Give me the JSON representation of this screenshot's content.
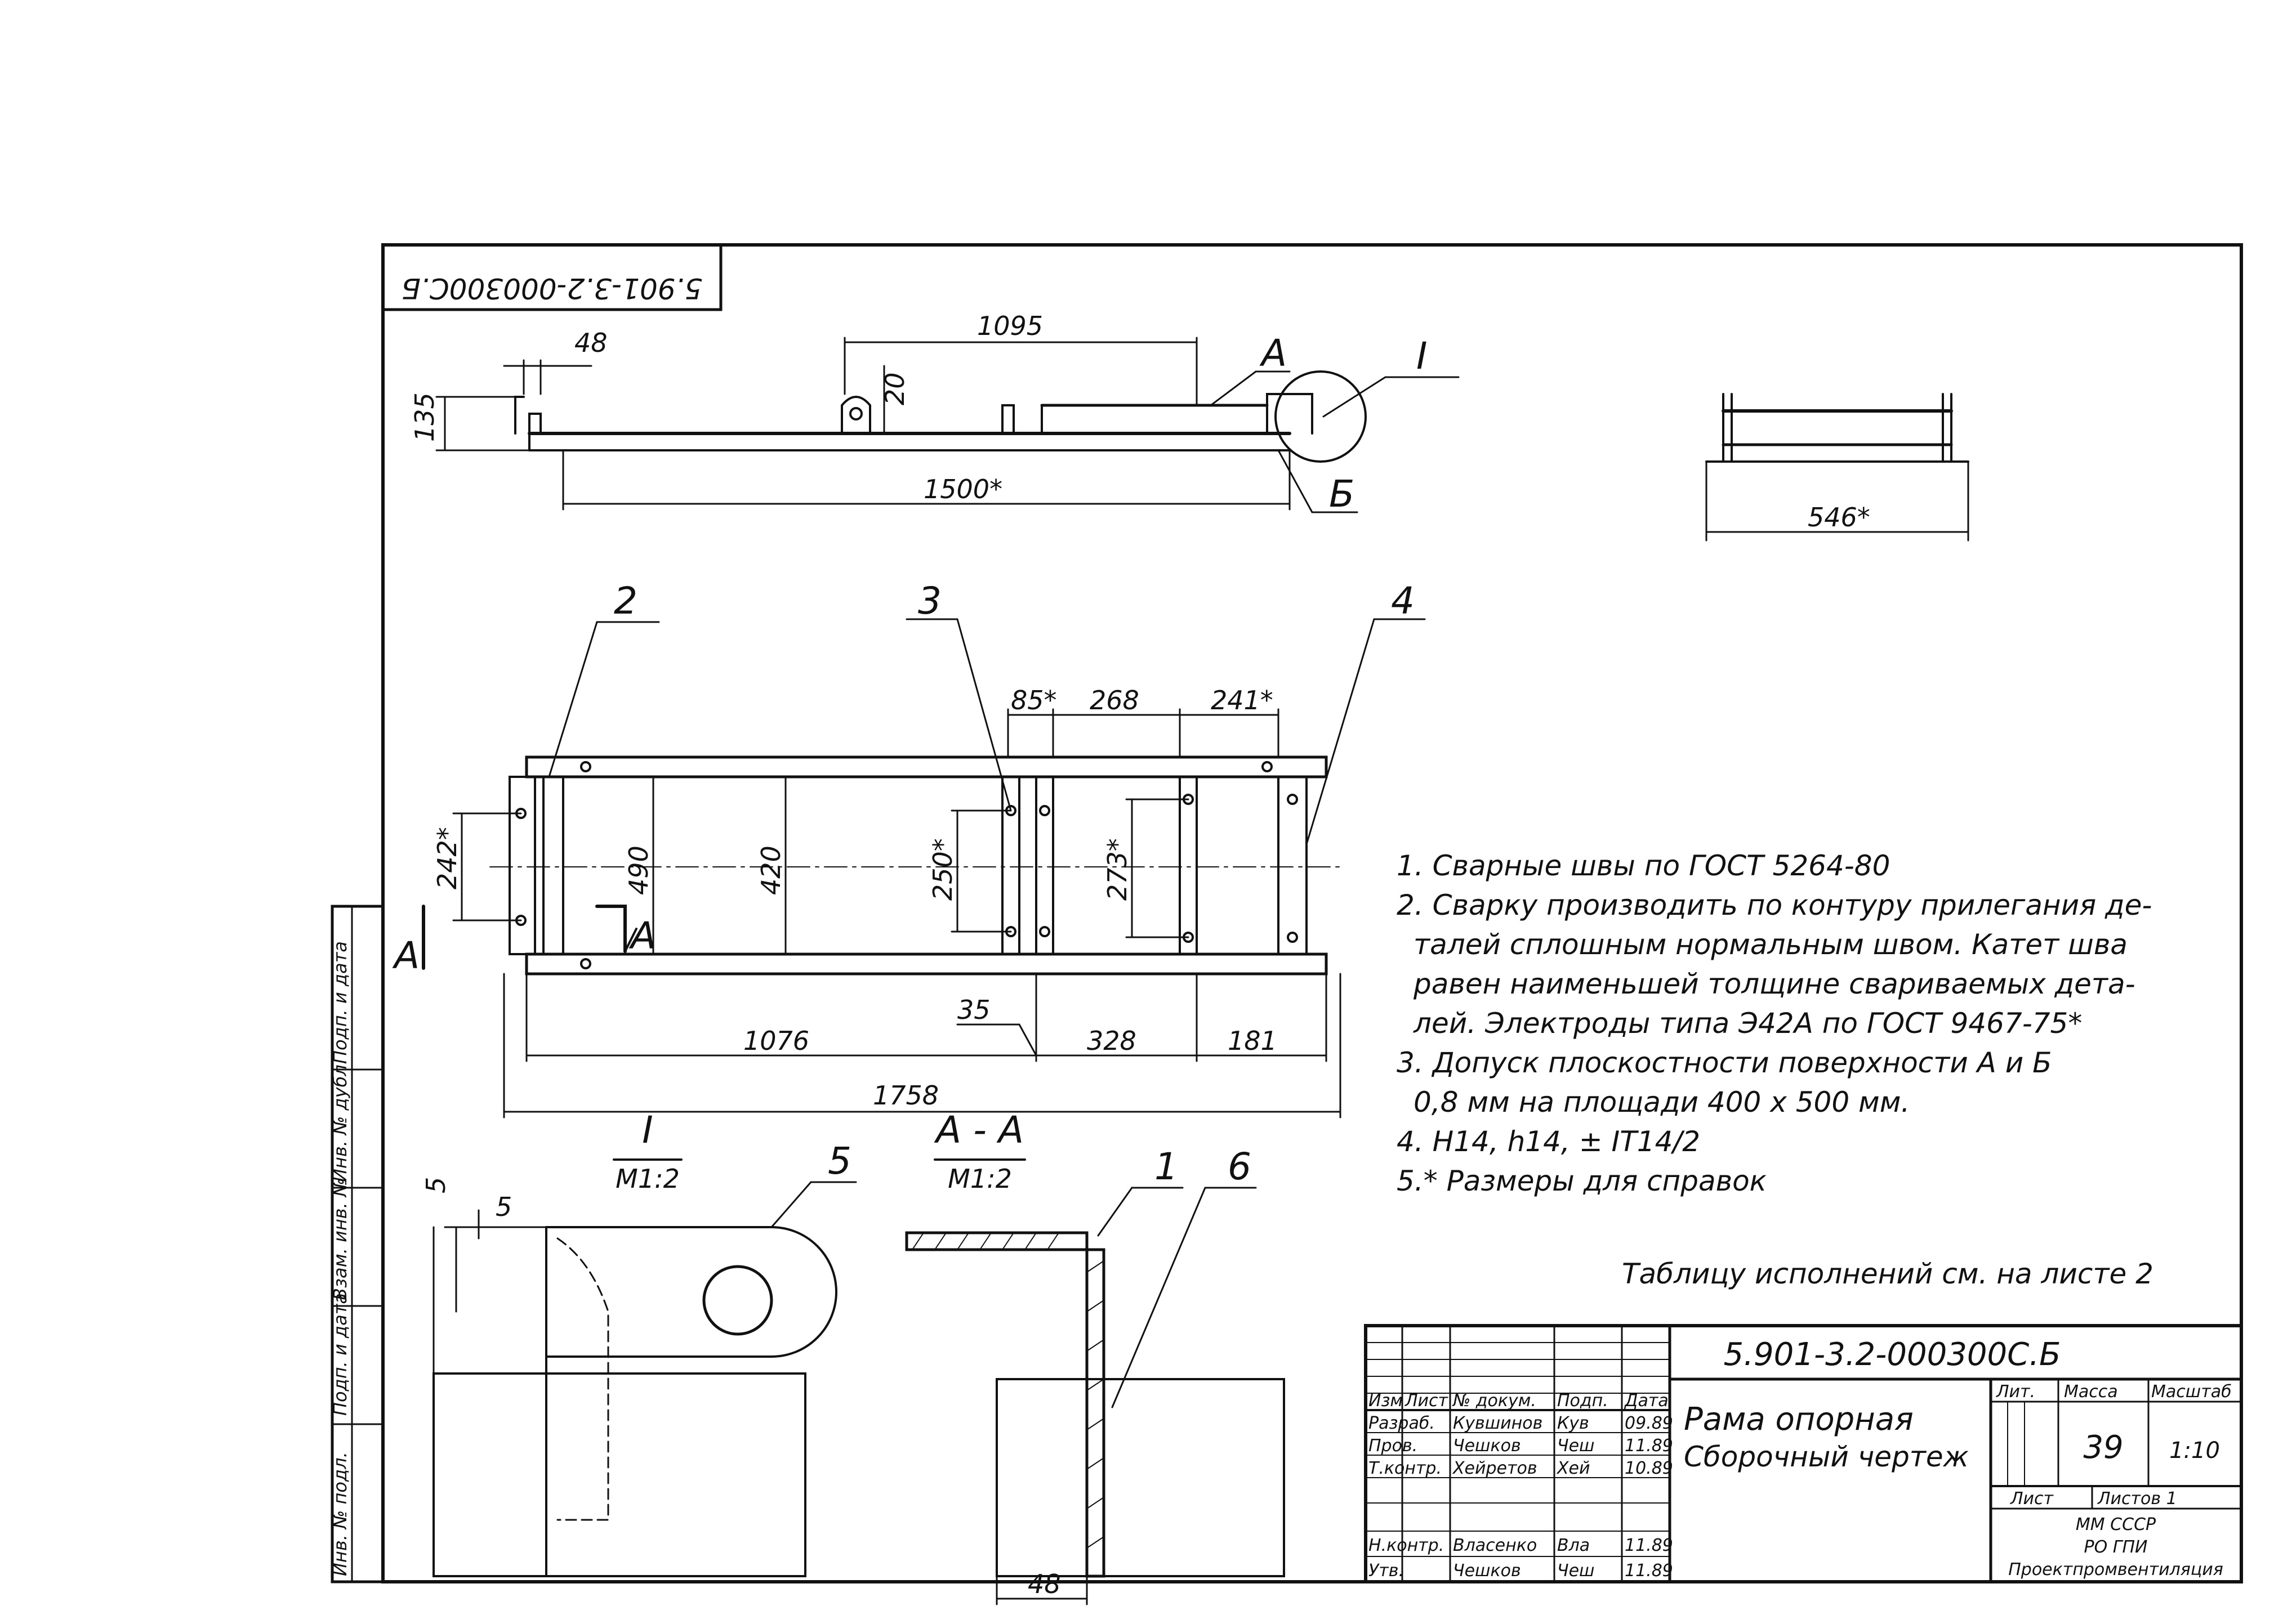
{
  "drawing": {
    "code_stamp_rotated": "5.901-3.2-000300С.Б",
    "dims_top": {
      "d48": "48",
      "d1095": "1095",
      "d20": "20",
      "d135": "135",
      "d1500": "1500*",
      "d546": "546*"
    },
    "view_labels": {
      "a": "А",
      "detail": "I",
      "b": "Б"
    },
    "positions": [
      "1",
      "2",
      "3",
      "4",
      "5",
      "6"
    ],
    "dims_plan": {
      "d85": "85*",
      "d268": "268",
      "d241": "241*",
      "d242": "242*",
      "d490": "490",
      "d420": "420",
      "d250": "250*",
      "d273": "273*",
      "d35": "35",
      "d1076": "1076",
      "d328": "328",
      "d181": "181",
      "d1758": "1758",
      "aa_marker": "А",
      "a_left": "А"
    },
    "detail_views": {
      "detail_title": "I",
      "detail_scale": "М1:2",
      "section_title": "А - А",
      "section_scale": "М1:2",
      "d5a": "5",
      "d5b": "5",
      "d48": "48"
    },
    "notes": [
      "1. Сварные швы по ГОСТ 5264-80",
      "2. Сварку производить по контуру прилегания де-",
      "талей сплошным нормальным швом. Катет шва",
      "равен наименьшей толщине свариваемых дета-",
      "лей. Электроды типа Э42А по ГОСТ 9467-75*",
      "3. Допуск плоскостности поверхности А и Б",
      "0,8 мм на площади 400 х 500 мм.",
      "4. Н14, h14, ± IT14/2",
      "5.* Размеры для справок"
    ],
    "table_ref": "Таблицу исполнений см. на листе 2"
  },
  "title_block": {
    "code": "5.901-3.2-000300С.Б",
    "name_line1": "Рама опорная",
    "name_line2": "Сборочный чертеж",
    "head_cols": [
      "Изм",
      "Лист",
      "№ докум.",
      "Подп.",
      "Дата"
    ],
    "rows": [
      {
        "role": "Разраб.",
        "name": "Кувшинов",
        "sign": "Кув",
        "date": "09.89"
      },
      {
        "role": "Пров.",
        "name": "Чешков",
        "sign": "Чеш",
        "date": "11.89"
      },
      {
        "role": "Т.контр.",
        "name": "Хейретов",
        "sign": "Хей",
        "date": "10.89"
      },
      {
        "role": "Н.контр.",
        "name": "Власенко",
        "sign": "Вла",
        "date": "11.89"
      },
      {
        "role": "Утв.",
        "name": "Чешков",
        "sign": "Чеш",
        "date": "11.89"
      }
    ],
    "lit_label": "Лит.",
    "mass_label": "Масса",
    "scale_label": "Масштаб",
    "mass": "39",
    "scale": "1:10",
    "sheet_label": "Лист",
    "sheets_label": "Листов 1",
    "org_line1": "ММ СССР",
    "org_line2": "РО ГПИ",
    "org_line3": "Проектпромвентиляция"
  },
  "side_stamp": {
    "labels": [
      "Инв. № подл.",
      "Подп. и дата",
      "Взам. инв. №",
      "Инв. № дубл.",
      "Подп. и дата"
    ]
  }
}
